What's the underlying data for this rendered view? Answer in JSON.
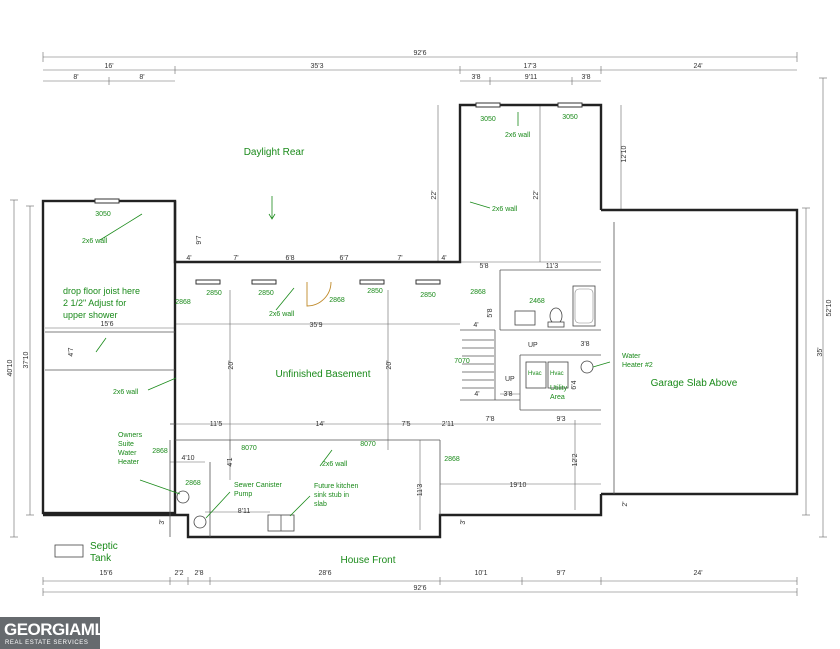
{
  "dimensions": {
    "overall_top": "92'6",
    "top_left": "16'",
    "top_left_a": "8'",
    "top_left_b": "8'",
    "top_mid": "35'3",
    "top_right_group": "17'3",
    "top_right_a": "3'8",
    "top_right_b": "9'11",
    "top_right_c": "3'8",
    "top_garage": "24'",
    "left_outer": "40'10",
    "left_inner": "37'10",
    "left_small": "4'7",
    "right_outer": "52'10",
    "right_inner": "35'",
    "garage_top": "12'10",
    "rear_wall": "22'",
    "rear_wall_b": "22'",
    "window_row": [
      "4'",
      "7'",
      "6'8",
      "6'7",
      "7'",
      "4'"
    ],
    "right_room_a": "5'8",
    "right_room_b": "11'3",
    "vert_5_8": "5'8",
    "mid_15_6": "15'6",
    "mid_35_9": "35'9",
    "mid_4": "4'",
    "col_20_a": "20'",
    "col_20_b": "20'",
    "v_3_8": "3'8",
    "v_6_4": "6'4",
    "stair_4": "4'",
    "stair_3_8": "3'8",
    "row_11_5": "11'5",
    "row_14": "14'",
    "row_7_5": "7'5",
    "row_2_11": "2'11",
    "row_7_8": "7'8",
    "row_9_3": "9'3",
    "v_4_1": "4'1",
    "v_12_2": "12'2",
    "v_9_7": "9'7",
    "h_4_10": "4'10",
    "h_8_11": "8'11",
    "v_11_3": "11'3",
    "h_19_10": "19'10",
    "v_3_left": "3'",
    "v_3_right": "3'",
    "v_2": "2'",
    "bottom": [
      "15'6",
      "2'2",
      "2'8",
      "28'6",
      "10'1",
      "9'7",
      "24'"
    ],
    "overall_bottom": "92'6"
  },
  "labels": {
    "daylight_rear": "Daylight Rear",
    "unfinished_basement": "Unfinished Basement",
    "garage_slab": "Garage Slab Above",
    "house_front": "House Front",
    "septic": "Septic",
    "tank": "Tank",
    "drop_floor_1": "drop floor joist here",
    "drop_floor_2": "2 1/2\"    Adjust for",
    "drop_floor_3": "upper shower",
    "owners_1": "Owners",
    "owners_2": "Suite",
    "owners_3": "Water",
    "owners_4": "Heater",
    "sewer_1": "Sewer Canister",
    "sewer_2": "Pump",
    "kitchen_1": "Future kitchen",
    "kitchen_2": "sink stub in",
    "kitchen_3": "slab",
    "water_heater_1": "Water",
    "water_heater_2": "Heater #2",
    "utility_1": "Utility",
    "utility_2": "Area",
    "hvac_1": "Hvac",
    "hvac_2": "Hvac",
    "up_1": "UP",
    "up_2": "UP",
    "wall_a": "2x6 wall",
    "wall_b": "2x6 wall",
    "wall_c": "2x6 wall",
    "wall_d": "2x6 wall",
    "wall_e": "2x6 wall",
    "wall_f": "2x6 wall",
    "win_3050_a": "3050",
    "win_3050_b": "3050",
    "win_3050_c": "3050",
    "win_2850_a": "2850",
    "win_2850_b": "2850",
    "win_2850_c": "2850",
    "win_2850_d": "2850",
    "door_2868_a": "2868",
    "door_2868_b": "2868",
    "door_2868_c": "2868",
    "door_2868_d": "2868",
    "door_2868_e": "2868",
    "door_2868_f": "2868",
    "door_2468": "2468",
    "door_7070": "7070",
    "door_8070_a": "8070",
    "door_8070_b": "8070"
  },
  "logo": {
    "name": "GEORGIAMLS",
    "tagline": "REAL ESTATE SERVICES"
  },
  "colors": {
    "annotation": "#1a8a1a",
    "wall": "#222222",
    "logo_bg": "#666a6e"
  }
}
